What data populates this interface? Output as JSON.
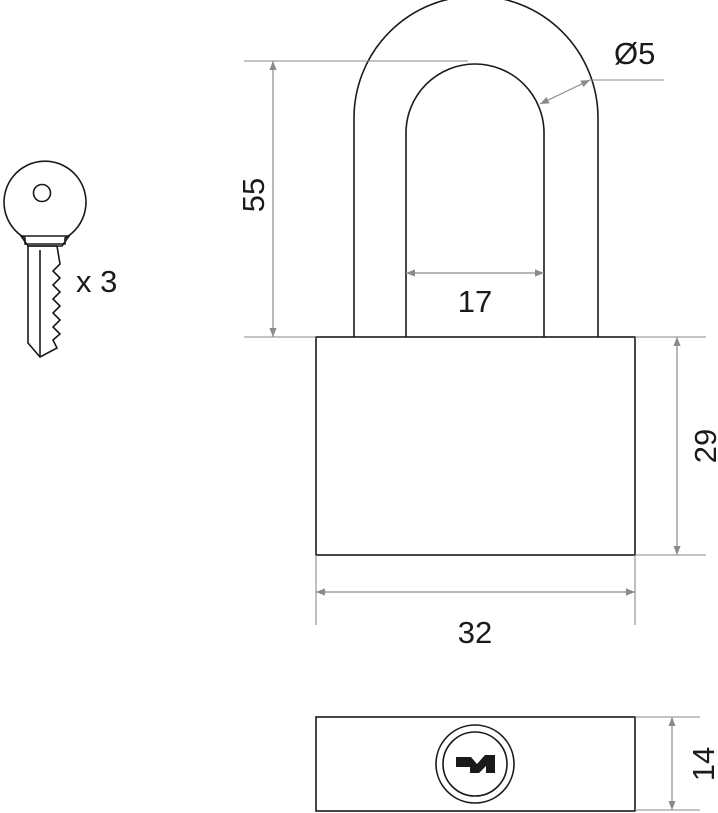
{
  "key": {
    "quantity_label": "x 3"
  },
  "dimensions": {
    "shackle_height": "55",
    "shackle_diameter": "Ø5",
    "shackle_inner_width": "17",
    "body_height": "29",
    "body_width": "32",
    "body_depth": "14"
  },
  "colors": {
    "line": "#1a1a1a",
    "dimension_line": "#8a8a8a",
    "background": "#ffffff"
  }
}
